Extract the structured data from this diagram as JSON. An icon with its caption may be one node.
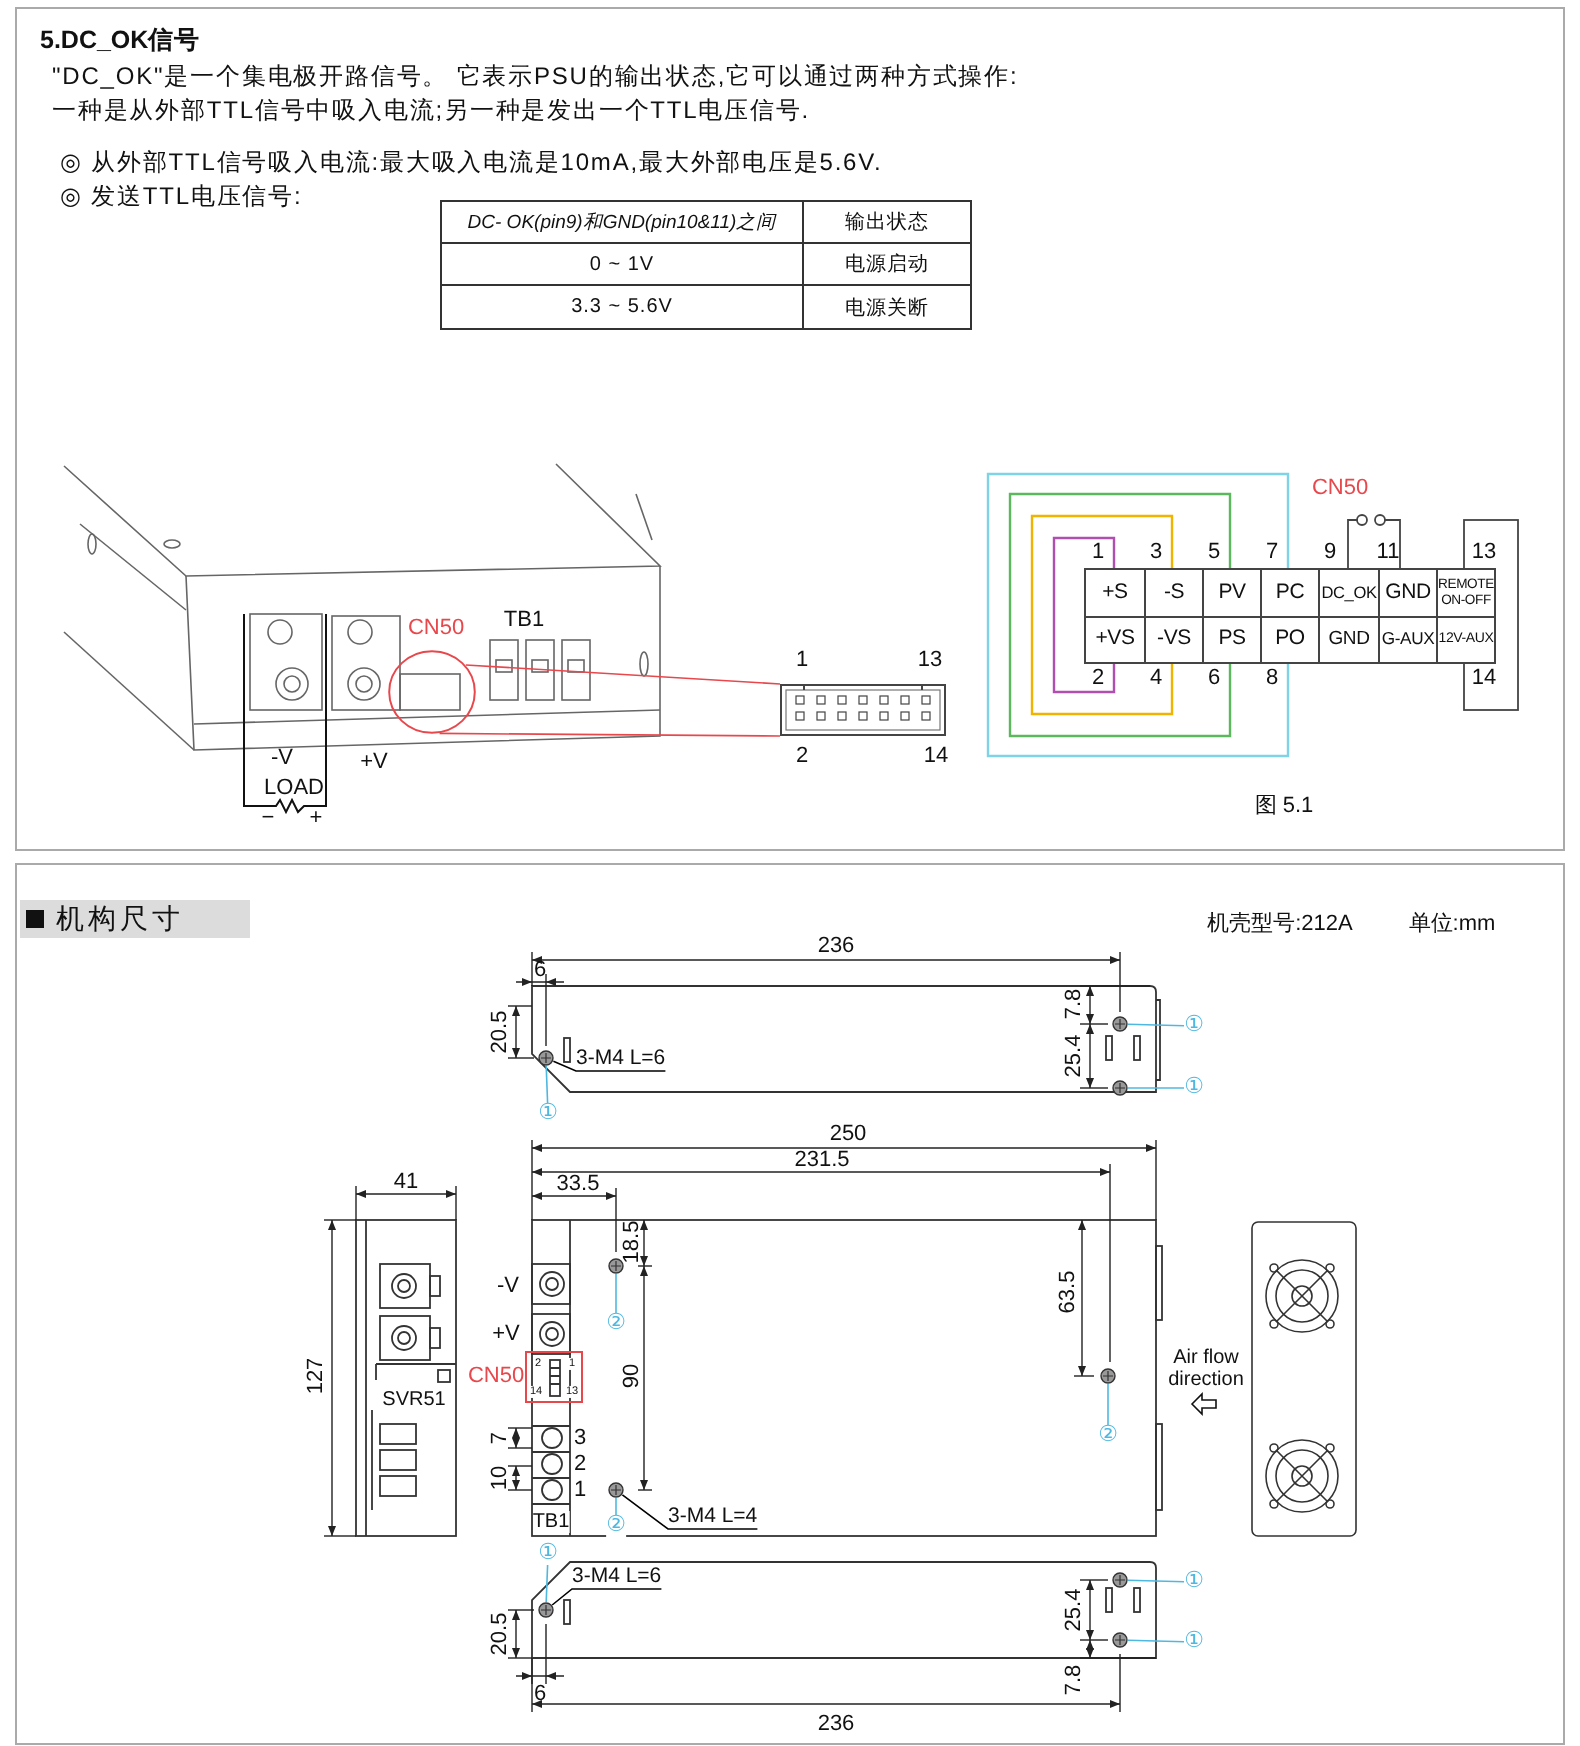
{
  "diagram": {
    "title": "5.DC_OK信号",
    "nodes": [
      {
        "text": [],
        "shape": "circle",
        "beside": [
          "CN50"
        ]
      },
      {
        "text": [],
        "shape": "box"
      },
      {
        "text": [
          "3-M4 L=6"
        ]
      },
      {
        "text": [],
        "shape": "circle"
      },
      {
        "text": [],
        "shape": "circle"
      },
      {
        "text": [],
        "shape": "circle"
      },
      {
        "text": [
          "①"
        ]
      },
      {
        "text": [
          "①"
        ]
      },
      {
        "text": [
          "①"
        ]
      },
      {
        "text": [],
        "shape": "circle"
      },
      {
        "text": [
          "②"
        ]
      },
      {
        "text": [],
        "shape": "circle"
      },
      {
        "text": [
          "②"
        ]
      },
      {
        "text": [
          "3-M4 L=4"
        ]
      },
      {
        "text": [],
        "shape": "circle"
      },
      {
        "text": [
          "②"
        ]
      },
      {
        "text": [
          "①"
        ]
      },
      {
        "text": [
          "3-M4 L=6"
        ]
      },
      {
        "text": [],
        "shape": "circle"
      },
      {
        "text": [],
        "shape": "circle"
      },
      {
        "text": [],
        "shape": "circle"
      },
      {
        "text": [
          "①"
        ]
      },
      {
        "text": [
          "①"
        ]
      }
    ],
    "edges": [
      {
        "from": 0,
        "to": 1,
        "arrow": "none",
        "color": "#e8474c"
      },
      {
        "from": 0,
        "to": 1,
        "arrow": "none",
        "color": "#e8474c"
      },
      {
        "from": 2,
        "to": 3,
        "arrow": "none",
        "color": "#000000"
      },
      {
        "from": 6,
        "to": 3,
        "arrow": "none"
      },
      {
        "from": 7,
        "to": 4,
        "arrow": "none"
      },
      {
        "from": 8,
        "to": 5,
        "arrow": "none"
      },
      {
        "from": 10,
        "to": 9,
        "arrow": "none"
      },
      {
        "from": 12,
        "to": 11,
        "arrow": "none"
      },
      {
        "from": 13,
        "to": 14,
        "arrow": "none",
        "color": "#000000"
      },
      {
        "from": 15,
        "to": 14,
        "arrow": "none"
      },
      {
        "from": 16,
        "to": 19,
        "arrow": "none"
      },
      {
        "from": 17,
        "to": 19,
        "arrow": "none",
        "color": "#000000"
      },
      {
        "from": 21,
        "to": 18,
        "arrow": "none"
      },
      {
        "from": 22,
        "to": 20,
        "arrow": "none"
      }
    ],
    "labels": [
      "\"DC_OK\"是一个集电极开路信号。 它表示PSU的输出状态,它可以通过两种方式操作:",
      "一种是从外部TTL信号中吸入电流;另一种是发出一个TTL电压信号.",
      "◎ 从外部TTL信号吸入电流:最大吸入电流是10mA,最大外部电压是5.6V.",
      "◎ 发送TTL电压信号:",
      "DC- OK(pin9)和GND(pin10&11)之间",
      "输出状态",
      "0 ~ 1V",
      "电源启动",
      "3.3 ~ 5.6V",
      "电源关断",
      "TB1",
      "-V",
      "+V",
      "LOAD",
      "−",
      "+",
      "1",
      "13",
      "2",
      "14",
      "CN50",
      "1",
      "3",
      "5",
      "7",
      "9",
      "11",
      "13",
      "+S",
      "-S",
      "PV",
      "PC",
      "DC_OK",
      "GND",
      "REMOTE ON-OFF",
      "+VS",
      "-VS",
      "PS",
      "PO",
      "GND",
      "G-AUX",
      "12V-AUX",
      "2",
      "4",
      "6",
      "8",
      "14",
      "图 5.1",
      "机构尺寸",
      "机壳型号:212A",
      "单位:mm",
      "236",
      "6",
      "20.5",
      "7.8",
      "25.4",
      "250",
      "231.5",
      "41",
      "33.5",
      "18.5",
      "63.5",
      "127",
      "-V",
      "+V",
      "CN50",
      "2",
      "1",
      "14",
      "13",
      "SVR51",
      "90",
      "Air flow direction",
      "7",
      "10",
      "3",
      "2",
      "1",
      "TB1",
      "20.5",
      "6",
      "25.4",
      "7.8",
      "236"
    ]
  }
}
